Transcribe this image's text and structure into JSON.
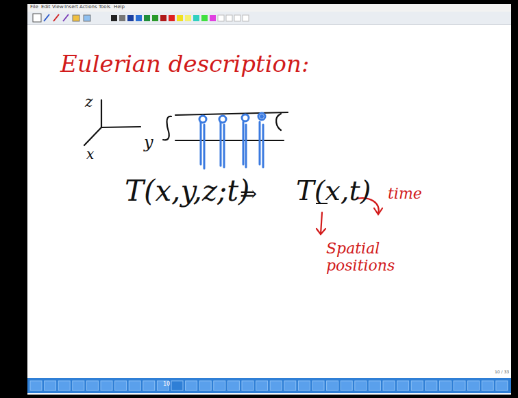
{
  "diagram": {
    "title": "Eulerian description:",
    "labels": [
      "File",
      "Edit",
      "View",
      "Insert",
      "Actions",
      "Tools",
      "Help",
      "z",
      "y",
      "x",
      "T(x,y,z;t)",
      "⇒",
      "T(x,t)",
      "Spatial positions",
      "time",
      "10 / 33",
      "10"
    ]
  }
}
